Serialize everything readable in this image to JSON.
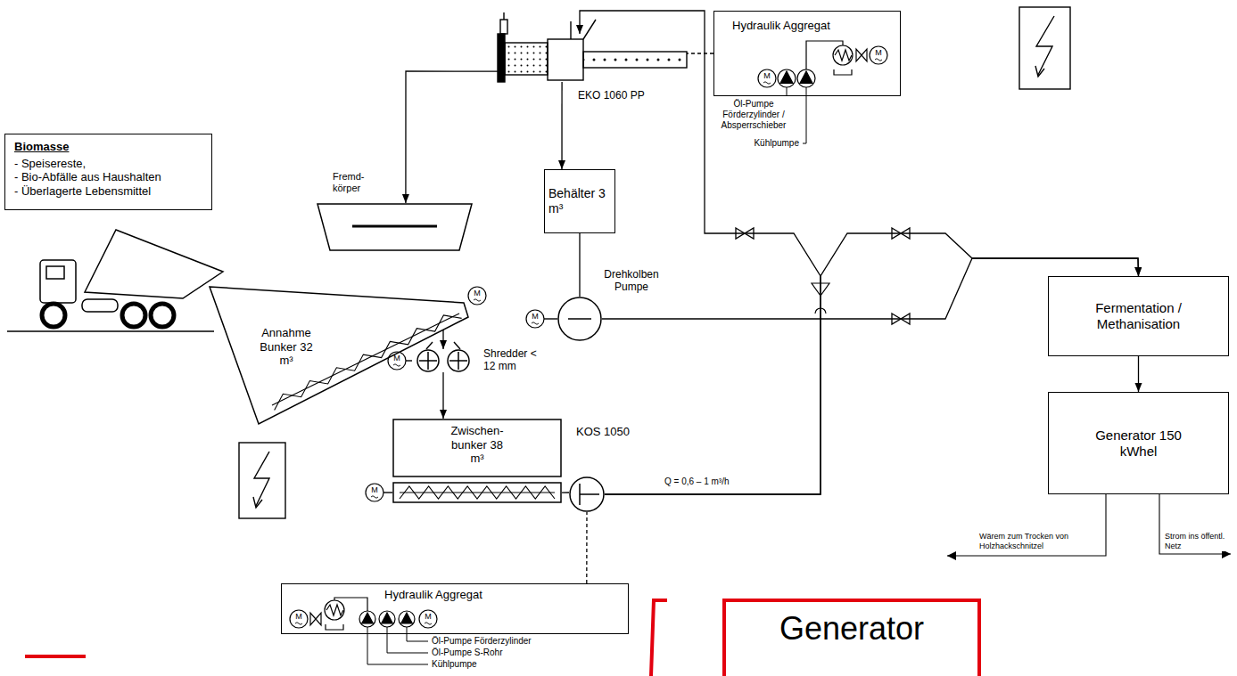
{
  "diagram": {
    "nodes": [
      {
        "text": [
          "Biomasse",
          "- Speisereste,",
          "- Bio-Abfälle aus Haushalten",
          "- Überlagerte Lebensmittel"
        ]
      },
      {
        "text": [
          "Hydraulik Aggregat"
        ]
      },
      {
        "text": [
          "EKO 1060 PP"
        ]
      },
      {
        "text": [
          "Behälter 3 m³"
        ]
      },
      {
        "text": [
          "Fremd- körper"
        ]
      },
      {
        "text": [
          "Drehkolben Pumpe"
        ]
      },
      {
        "text": [
          "Annahme Bunker 32 m³"
        ]
      },
      {
        "text": [
          "Shredder < 12 mm"
        ]
      },
      {
        "text": [
          "Zwischen- bunker 38 m³"
        ]
      },
      {
        "text": [
          "KOS 1050"
        ]
      },
      {
        "text": [
          "Hydraulik Aggregat"
        ]
      },
      {
        "text": [
          "Fermentation / Methanisation"
        ]
      },
      {
        "text": [
          "Generator 150 kWhel"
        ]
      },
      {
        "text": [
          "Generator"
        ]
      }
    ],
    "edges": [
      {
        "from": 6,
        "to": 7,
        "arrow": "to"
      },
      {
        "from": 7,
        "to": 8,
        "arrow": "to"
      },
      {
        "from": 8,
        "to": 9,
        "arrow": "none"
      },
      {
        "from": 9,
        "to": 11,
        "arrow": "to"
      },
      {
        "from": 9,
        "to": 2,
        "arrow": "to"
      },
      {
        "from": 2,
        "to": 4,
        "arrow": "to"
      },
      {
        "from": 2,
        "to": 3,
        "arrow": "to"
      },
      {
        "from": 3,
        "to": 5,
        "arrow": "none"
      },
      {
        "from": 5,
        "to": 11,
        "arrow": "to"
      },
      {
        "from": 1,
        "to": 2,
        "arrow": "none"
      },
      {
        "from": 10,
        "to": 9,
        "arrow": "none"
      },
      {
        "from": 11,
        "to": 12,
        "arrow": "to"
      }
    ],
    "labels": [
      "Öl-Pumpe Förderzylinder / Absperrschieber",
      "Kühlpumpe",
      "Q = 0,6 – 1 m³/h",
      "Wärem zum Trocken von Holzhackschnitzel",
      "Strom ins öffentl. Netz",
      "Öl-Pumpe Förderzylinder",
      "Öl-Pumpe S-Rohr",
      "Kühlpumpe",
      "M",
      "M",
      "M",
      "M",
      "M",
      "M",
      "M",
      "M"
    ]
  }
}
